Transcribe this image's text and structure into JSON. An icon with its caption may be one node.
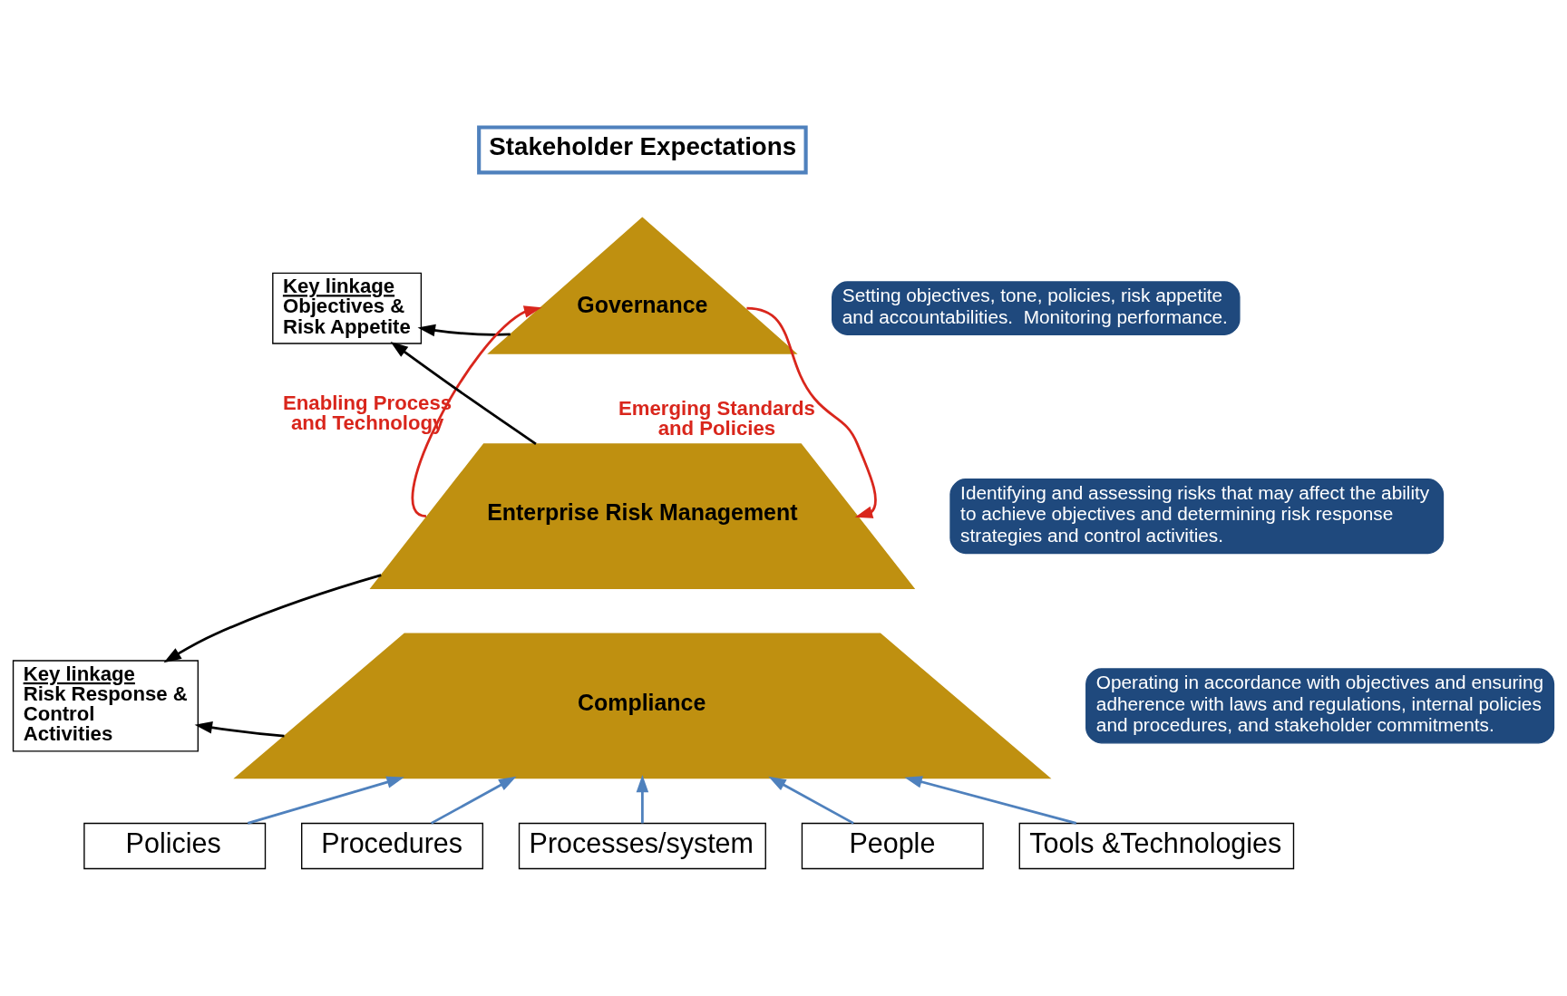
{
  "diagram": {
    "nodes": [
      {
        "text": [
          "Stakeholder Expectations"
        ]
      },
      {
        "text": [
          "Governance"
        ]
      },
      {
        "text": [
          "Enterprise Risk Management"
        ]
      },
      {
        "text": [
          "Compliance"
        ]
      },
      {
        "text": [
          "Key linkage",
          "Objectives & Risk Appetite"
        ]
      },
      {
        "text": [
          "Key linkage",
          "Risk Response & Control Activities"
        ]
      },
      {
        "text": [
          "Setting objectives, tone, policies, risk appetite and accountabilities.  Monitoring performance."
        ]
      },
      {
        "text": [
          "Identifying and assessing risks that may affect the ability to achieve objectives and determining risk response strategies and control activities."
        ]
      },
      {
        "text": [
          "Operating in accordance with objectives and ensuring adherence with laws and regulations, internal policies and procedures, and stakeholder commitments."
        ]
      },
      {
        "text": [
          "Policies"
        ]
      },
      {
        "text": [
          "Procedures"
        ]
      },
      {
        "text": [
          "Processes/system"
        ]
      },
      {
        "text": [
          "People"
        ]
      },
      {
        "text": [
          "Tools &Technologies"
        ]
      }
    ],
    "edges": [
      {
        "from": 2,
        "to": 1,
        "arrow": "to",
        "label": "Enabling Process and Technology",
        "color": "#d9261c"
      },
      {
        "from": 1,
        "to": 2,
        "arrow": "to",
        "label": "Emerging Standards and Policies",
        "color": "#d9261c"
      },
      {
        "from": 1,
        "to": 4,
        "arrow": "to",
        "color": "#000000"
      },
      {
        "from": 2,
        "to": 4,
        "arrow": "to",
        "color": "#000000"
      },
      {
        "from": 2,
        "to": 5,
        "arrow": "to",
        "color": "#000000"
      },
      {
        "from": 3,
        "to": 5,
        "arrow": "to",
        "color": "#000000"
      },
      {
        "from": 9,
        "to": 3,
        "arrow": "to"
      },
      {
        "from": 10,
        "to": 3,
        "arrow": "to"
      },
      {
        "from": 11,
        "to": 3,
        "arrow": "to"
      },
      {
        "from": 12,
        "to": 3,
        "arrow": "to"
      },
      {
        "from": 13,
        "to": 3,
        "arrow": "to"
      }
    ]
  }
}
